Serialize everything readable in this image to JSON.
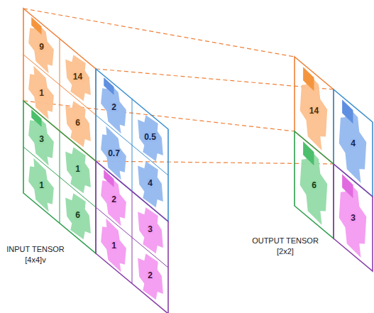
{
  "diagram": {
    "nodes": [
      {
        "text": [
          "9",
          "14",
          "1",
          "6"
        ]
      },
      {
        "text": [
          "2",
          "0.5",
          "0.7",
          "4"
        ]
      },
      {
        "text": [
          "3",
          "1",
          "1",
          "6"
        ]
      },
      {
        "text": [
          "2",
          "3",
          "1",
          "2"
        ]
      },
      {
        "text": [
          "14"
        ]
      },
      {
        "text": [
          "4"
        ]
      },
      {
        "text": [
          "6"
        ]
      },
      {
        "text": [
          "3"
        ]
      }
    ],
    "edges": [
      {
        "from": 0,
        "to": 4,
        "arrow": "none"
      },
      {
        "from": 0,
        "to": 4,
        "arrow": "none"
      },
      {
        "from": 0,
        "to": 4,
        "arrow": "none"
      },
      {
        "from": 0,
        "to": 4,
        "arrow": "none"
      }
    ],
    "labels": [
      "INPUT TENSOR [4x4]v",
      "OUTPUT TENSOR [2x2]"
    ]
  }
}
